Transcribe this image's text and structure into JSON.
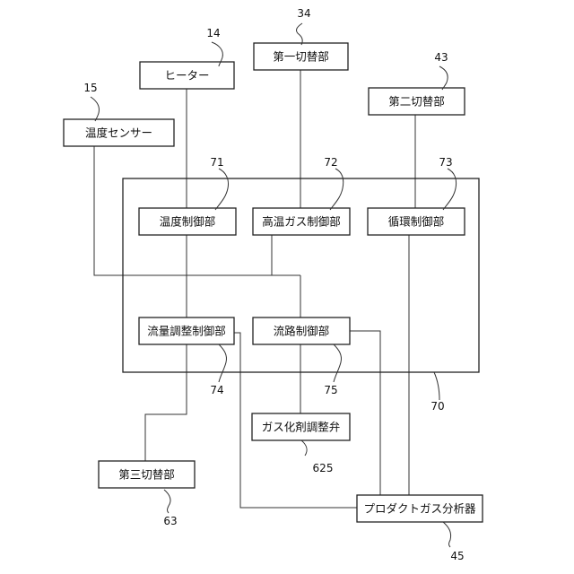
{
  "blocks": {
    "heater": "ヒーター",
    "temp_sensor": "温度センサー",
    "switch1": "第一切替部",
    "switch2": "第二切替部",
    "switch3": "第三切替部",
    "temp_ctrl": "温度制御部",
    "hot_gas_ctrl": "高温ガス制御部",
    "circ_ctrl": "循環制御部",
    "flow_adj_ctrl": "流量調整制御部",
    "flow_path_ctrl": "流路制御部",
    "gas_valve": "ガス化剤調整弁",
    "analyzer": "プロダクトガス分析器"
  },
  "refs": {
    "heater": "14",
    "temp_sensor": "15",
    "switch1": "34",
    "switch2": "43",
    "switch3": "63",
    "temp_ctrl": "71",
    "hot_gas_ctrl": "72",
    "circ_ctrl": "73",
    "flow_adj_ctrl": "74",
    "flow_path_ctrl": "75",
    "gas_valve": "625",
    "analyzer": "45",
    "controller": "70"
  }
}
